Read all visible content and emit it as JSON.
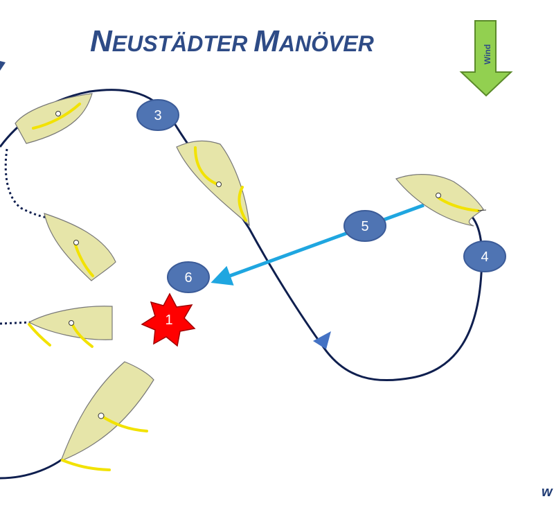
{
  "diagram": {
    "title_first": "N",
    "title_rest_1": "EUSTÄDTER ",
    "title_second": "M",
    "title_rest_2": "ANÖVER",
    "wind_label": "Wind",
    "markers": [
      {
        "id": "m3",
        "label": "3"
      },
      {
        "id": "m4",
        "label": "4"
      },
      {
        "id": "m5",
        "label": "5"
      },
      {
        "id": "m6",
        "label": "6"
      }
    ],
    "star_label": "1",
    "footer_text": "w",
    "colors": {
      "title": "#2e4b86",
      "path": "#0f1f4f",
      "marker_fill": "#4f74b3",
      "marker_stroke": "#3b5b98",
      "arrow": "#1fa6e0",
      "boat_hull": "#e6e5a9",
      "sail": "#f2e200",
      "wind_fill": "#92d050",
      "wind_stroke": "#5b8a2a",
      "star": "#ff0000"
    }
  }
}
